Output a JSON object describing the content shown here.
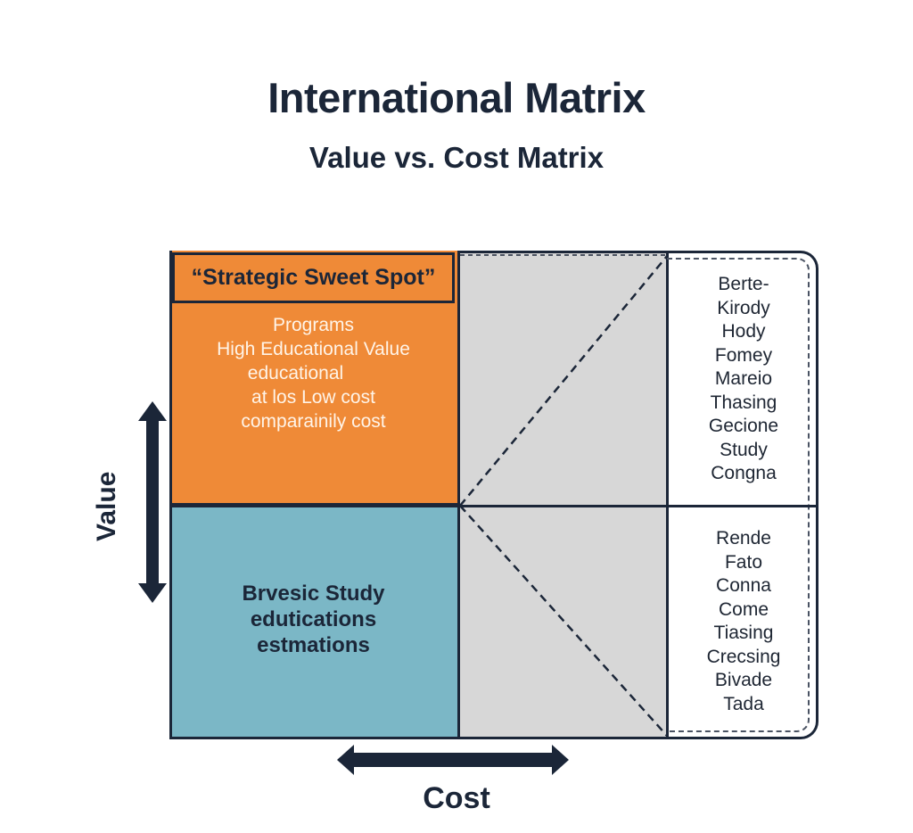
{
  "header": {
    "title": "International Matrix",
    "subtitle": "Value vs. Cost Matrix"
  },
  "axes": {
    "y_label": "Value",
    "x_label": "Cost",
    "y_arrow_icon": "double-arrow-vertical",
    "x_arrow_icon": "double-arrow-horizontal"
  },
  "quadrants": {
    "top_left": {
      "label": "“Strategic Sweet Spot”",
      "lines": [
        "Programs",
        "High Educational Value",
        "educational",
        "at los Low cost",
        "comparainily cost"
      ],
      "color": "#ef8a37"
    },
    "bottom_left": {
      "lines": [
        "Brvesic Study",
        "edutications",
        "estmations"
      ],
      "color": "#7bb7c6"
    },
    "middle": {
      "color": "#d7d7d7"
    },
    "right_top": {
      "items": [
        "Berte-",
        "Kirody",
        "Hody",
        "Fomey",
        "Mareio",
        "Thasing",
        "Gecione",
        "Study",
        "Congna"
      ]
    },
    "right_bottom": {
      "items": [
        "Rende",
        "Fato",
        "Conna",
        "Come",
        "Tiasing",
        "Crecsing",
        "Bivade",
        "Tada"
      ]
    }
  },
  "colors": {
    "ink": "#1b2638",
    "orange": "#ef8a37",
    "teal": "#7bb7c6",
    "gray": "#d7d7d7"
  }
}
